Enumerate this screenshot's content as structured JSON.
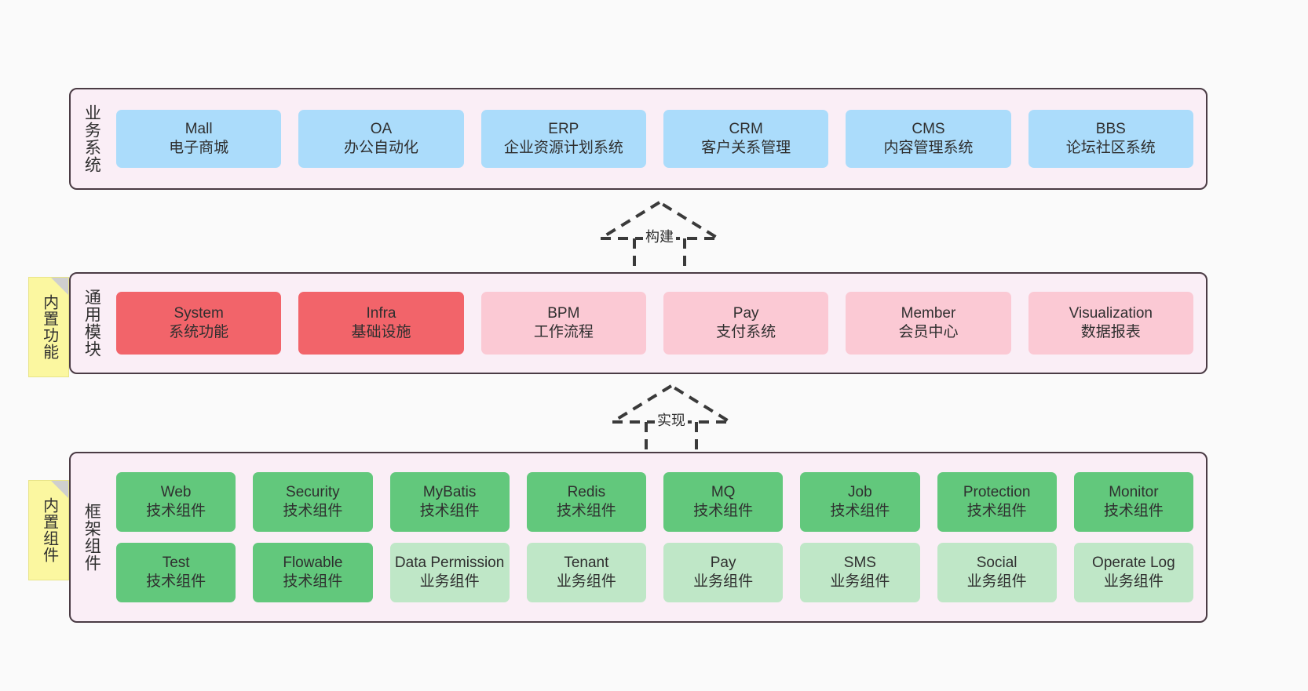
{
  "layers": [
    {
      "id": "business",
      "title": "业务系统",
      "rows": [
        {
          "cells": [
            {
              "en": "Mall",
              "cn": "电子商城",
              "style": "blue"
            },
            {
              "en": "OA",
              "cn": "办公自动化",
              "style": "blue"
            },
            {
              "en": "ERP",
              "cn": "企业资源计划系统",
              "style": "blue"
            },
            {
              "en": "CRM",
              "cn": "客户关系管理",
              "style": "blue"
            },
            {
              "en": "CMS",
              "cn": "内容管理系统",
              "style": "blue"
            },
            {
              "en": "BBS",
              "cn": "论坛社区系统",
              "style": "blue"
            }
          ]
        }
      ]
    },
    {
      "id": "modules",
      "title": "通用模块",
      "rows": [
        {
          "cells": [
            {
              "en": "System",
              "cn": "系统功能",
              "style": "red"
            },
            {
              "en": "Infra",
              "cn": "基础设施",
              "style": "red"
            },
            {
              "en": "BPM",
              "cn": "工作流程",
              "style": "pink"
            },
            {
              "en": "Pay",
              "cn": "支付系统",
              "style": "pink"
            },
            {
              "en": "Member",
              "cn": "会员中心",
              "style": "pink"
            },
            {
              "en": "Visualization",
              "cn": "数据报表",
              "style": "pink"
            }
          ]
        }
      ]
    },
    {
      "id": "framework",
      "title": "框架组件",
      "rows": [
        {
          "cells": [
            {
              "en": "Web",
              "cn": "技术组件",
              "style": "green"
            },
            {
              "en": "Security",
              "cn": "技术组件",
              "style": "green"
            },
            {
              "en": "MyBatis",
              "cn": "技术组件",
              "style": "green"
            },
            {
              "en": "Redis",
              "cn": "技术组件",
              "style": "green"
            },
            {
              "en": "MQ",
              "cn": "技术组件",
              "style": "green"
            },
            {
              "en": "Job",
              "cn": "技术组件",
              "style": "green"
            },
            {
              "en": "Protection",
              "cn": "技术组件",
              "style": "green"
            },
            {
              "en": "Monitor",
              "cn": "技术组件",
              "style": "green"
            }
          ]
        },
        {
          "cells": [
            {
              "en": "Test",
              "cn": "技术组件",
              "style": "green"
            },
            {
              "en": "Flowable",
              "cn": "技术组件",
              "style": "green"
            },
            {
              "en": "Data Permission",
              "cn": "业务组件",
              "style": "green-light",
              "wrap": true
            },
            {
              "en": "Tenant",
              "cn": "业务组件",
              "style": "green-light"
            },
            {
              "en": "Pay",
              "cn": "业务组件",
              "style": "green-light"
            },
            {
              "en": "SMS",
              "cn": "业务组件",
              "style": "green-light"
            },
            {
              "en": "Social",
              "cn": "业务组件",
              "style": "green-light"
            },
            {
              "en": "Operate Log",
              "cn": "业务组件",
              "style": "green-light"
            }
          ]
        }
      ]
    }
  ],
  "notes": [
    {
      "id": "modules",
      "text": "内置功能"
    },
    {
      "id": "framework",
      "text": "内置组件"
    }
  ],
  "connectors": [
    {
      "id": "build",
      "label": "构建"
    },
    {
      "id": "impl",
      "label": "实现"
    }
  ],
  "colors": {
    "canvas": "#fafafa",
    "band_fill": "#faeef6",
    "band_border": "#4a3b44",
    "blue": "#abdcfb",
    "red": "#f2646a",
    "pink": "#fbc9d4",
    "green": "#62c87c",
    "green_light": "#bfe7c7",
    "note_yellow": "#fbf7a0",
    "note_fold": "#cfcfcf",
    "text": "#2f2f2f",
    "connector_stroke": "#3a3a3a"
  }
}
